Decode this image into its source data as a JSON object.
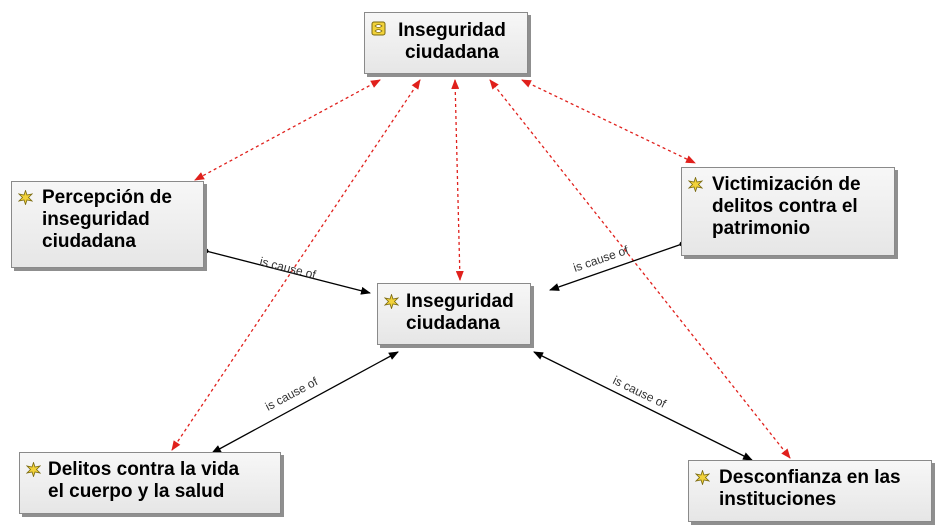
{
  "nodes": {
    "top": {
      "label": "Inseguridad\nciudadana",
      "icon": "code-family-icon"
    },
    "left": {
      "label": "Percepción de\ninseguridad\nciudadana",
      "icon": "code-icon"
    },
    "center": {
      "label": "Inseguridad\nciudadana",
      "icon": "code-icon"
    },
    "right": {
      "label": "Victimización de\ndelitos contra el\npatrimonio",
      "icon": "code-icon"
    },
    "bottom_left": {
      "label": "Delitos contra la vida\nel cuerpo y la salud",
      "icon": "code-icon"
    },
    "bottom_right": {
      "label": "Desconfianza en las\ninstituciones",
      "icon": "code-icon"
    }
  },
  "relations": {
    "left_to_center": "is cause of",
    "right_to_center": "is cause of",
    "bottom_left_to_center": "is cause of",
    "bottom_right_to_center": "is cause of"
  },
  "colors": {
    "relation_line": "#000000",
    "family_link": "#e0201c",
    "icon_fill": "#f2d23a"
  }
}
